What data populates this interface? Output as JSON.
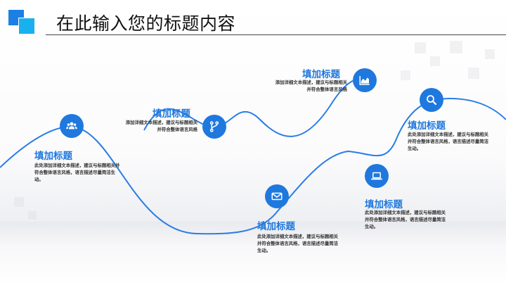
{
  "header": {
    "title": "在此输入您的标题内容"
  },
  "colors": {
    "accent": "#1f78de",
    "logo_primary": "#1b7fe3",
    "logo_secondary": "#19b0f0"
  },
  "items": [
    {
      "heading": "填加标题",
      "body": "此处添加详细文本描述，建议与标题相关并符合整体语言风格，语言描述尽量简洁生动。",
      "icon": "users-icon"
    },
    {
      "heading": "填加标题",
      "body": "添加详细文本描述，建议与标题相关并符合整体语言风格",
      "icon": "branch-icon"
    },
    {
      "heading": "填加标题",
      "body": "此处添加详细文本描述，建议与标题相关并符合整体语言风格，语言描述尽量简洁生动。",
      "icon": "mail-icon"
    },
    {
      "heading": "填加标题",
      "body": "添加详细文本描述，建议与标题相关并符合整体语言风格",
      "icon": "chart-icon"
    },
    {
      "heading": "填加标题",
      "body": "此处添加详细文本描述，建议与标题相关并符合整体语言风格，语言描述尽量简洁生动。",
      "icon": "laptop-icon"
    },
    {
      "heading": "填加标题",
      "body": "此处添加详细文本描述，建议与标题相关并符合整体语言风格，语言描述尽量简洁生动。",
      "icon": "search-icon"
    }
  ]
}
